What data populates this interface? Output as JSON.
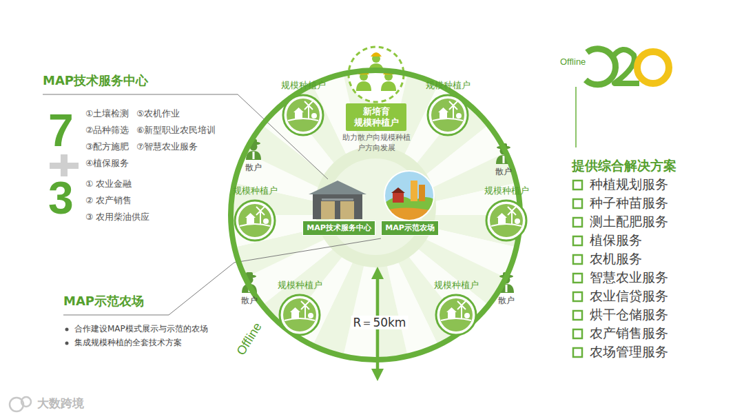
{
  "diagram": {
    "nodes": [
      {
        "text": [
          "Offline"
        ]
      },
      {
        "text": [
          "规模种植户"
        ],
        "in": 0
      },
      {
        "text": [
          "规模种植户"
        ],
        "in": 0
      },
      {
        "text": [
          "规模种植户"
        ],
        "in": 0
      },
      {
        "text": [
          "规模种植户"
        ],
        "in": 0
      },
      {
        "text": [
          "规模种植户"
        ],
        "in": 0
      },
      {
        "text": [
          "规模种植户"
        ],
        "in": 0
      },
      {
        "text": [
          "新培育 规模种植户",
          "助力散户向规模种植户方向发展"
        ],
        "in": 0
      },
      {
        "text": [
          "MAP技术服务中心"
        ],
        "in": 0
      },
      {
        "text": [
          "MAP示范农场"
        ],
        "in": 0
      }
    ],
    "labels": [
      "MAP技术服务中心",
      "7",
      "3",
      "①土壤检测",
      "⑤农机作业",
      "②品种筛选",
      "⑥新型职业农民培训",
      "③配方施肥",
      "⑦智慧农业服务",
      "④植保服务",
      "① 农业金融",
      "② 农产销售",
      "③ 农用柴油供应",
      "MAP示范农场",
      "合作建设MAP模式展示与示范的农场",
      "集成规模种植的全套技术方案",
      "散户",
      "散户",
      "散户",
      "散户",
      "R＝50km",
      "Offline",
      "提供综合解决方案",
      "种植规划服务",
      "种子种苗服务",
      "测土配肥服务",
      "植保服务",
      "农机服务",
      "智慧农业服务",
      "农业信贷服务",
      "烘干仓储服务",
      "农产销售服务",
      "农场管理服务",
      "大数跨境"
    ]
  }
}
